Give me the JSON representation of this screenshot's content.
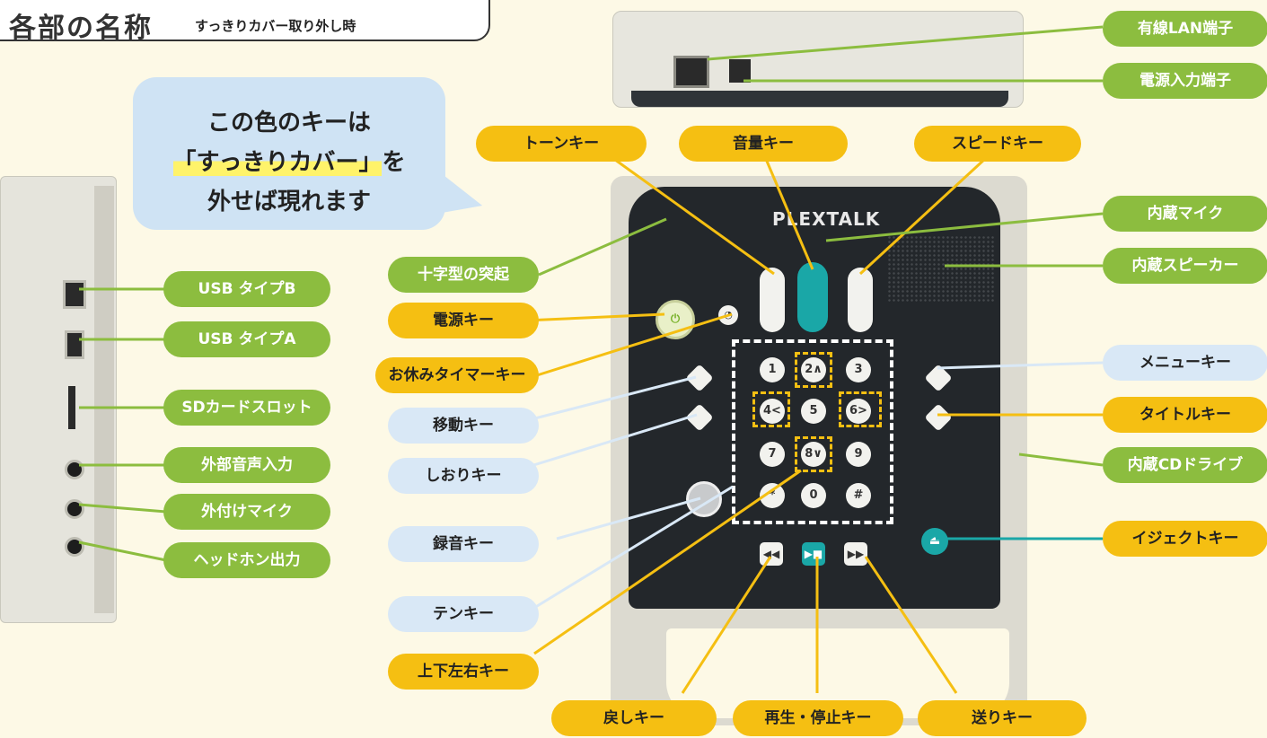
{
  "header": {
    "title": "各部の名称",
    "subtitle": "すっきりカバー取り外し時"
  },
  "bubble": {
    "line1": "この色のキーは",
    "line2_highlight": "「すっきりカバー」",
    "line2_rest": "を",
    "line3": "外せば現れます"
  },
  "device": {
    "logo": "PLEXTALK",
    "keypad": [
      "1",
      "2∧",
      "3",
      "4<",
      "5",
      "6>",
      "7",
      "8∨",
      "9",
      "*",
      "0",
      "#"
    ]
  },
  "labels": {
    "wired_lan": "有線LAN端子",
    "power_input": "電源入力端子",
    "tone_key": "トーンキー",
    "volume_key": "音量キー",
    "speed_key": "スピードキー",
    "builtin_mic": "内蔵マイク",
    "cross_bump": "十字型の突起",
    "builtin_speaker": "内蔵スピーカー",
    "usb_b": "USB タイプB",
    "power_key": "電源キー",
    "usb_a": "USB タイプA",
    "sleep_timer_key": "お休みタイマーキー",
    "menu_key": "メニューキー",
    "sd_slot": "SDカードスロット",
    "move_key": "移動キー",
    "title_key": "タイトルキー",
    "ext_audio_in": "外部音声入力",
    "bookmark_key": "しおりキー",
    "builtin_cd": "内蔵CDドライブ",
    "ext_mic": "外付けマイク",
    "headphone_out": "ヘッドホン出力",
    "record_key": "録音キー",
    "eject_key": "イジェクトキー",
    "tenkey": "テンキー",
    "arrow_key": "上下左右キー",
    "rewind_key": "戻しキー",
    "play_stop_key": "再生・停止キー",
    "forward_key": "送りキー"
  },
  "colors": {
    "green": "#8cbd3f",
    "yellow": "#f5bf12",
    "blue": "#d9e8f6",
    "teal": "#1aa7a7"
  }
}
